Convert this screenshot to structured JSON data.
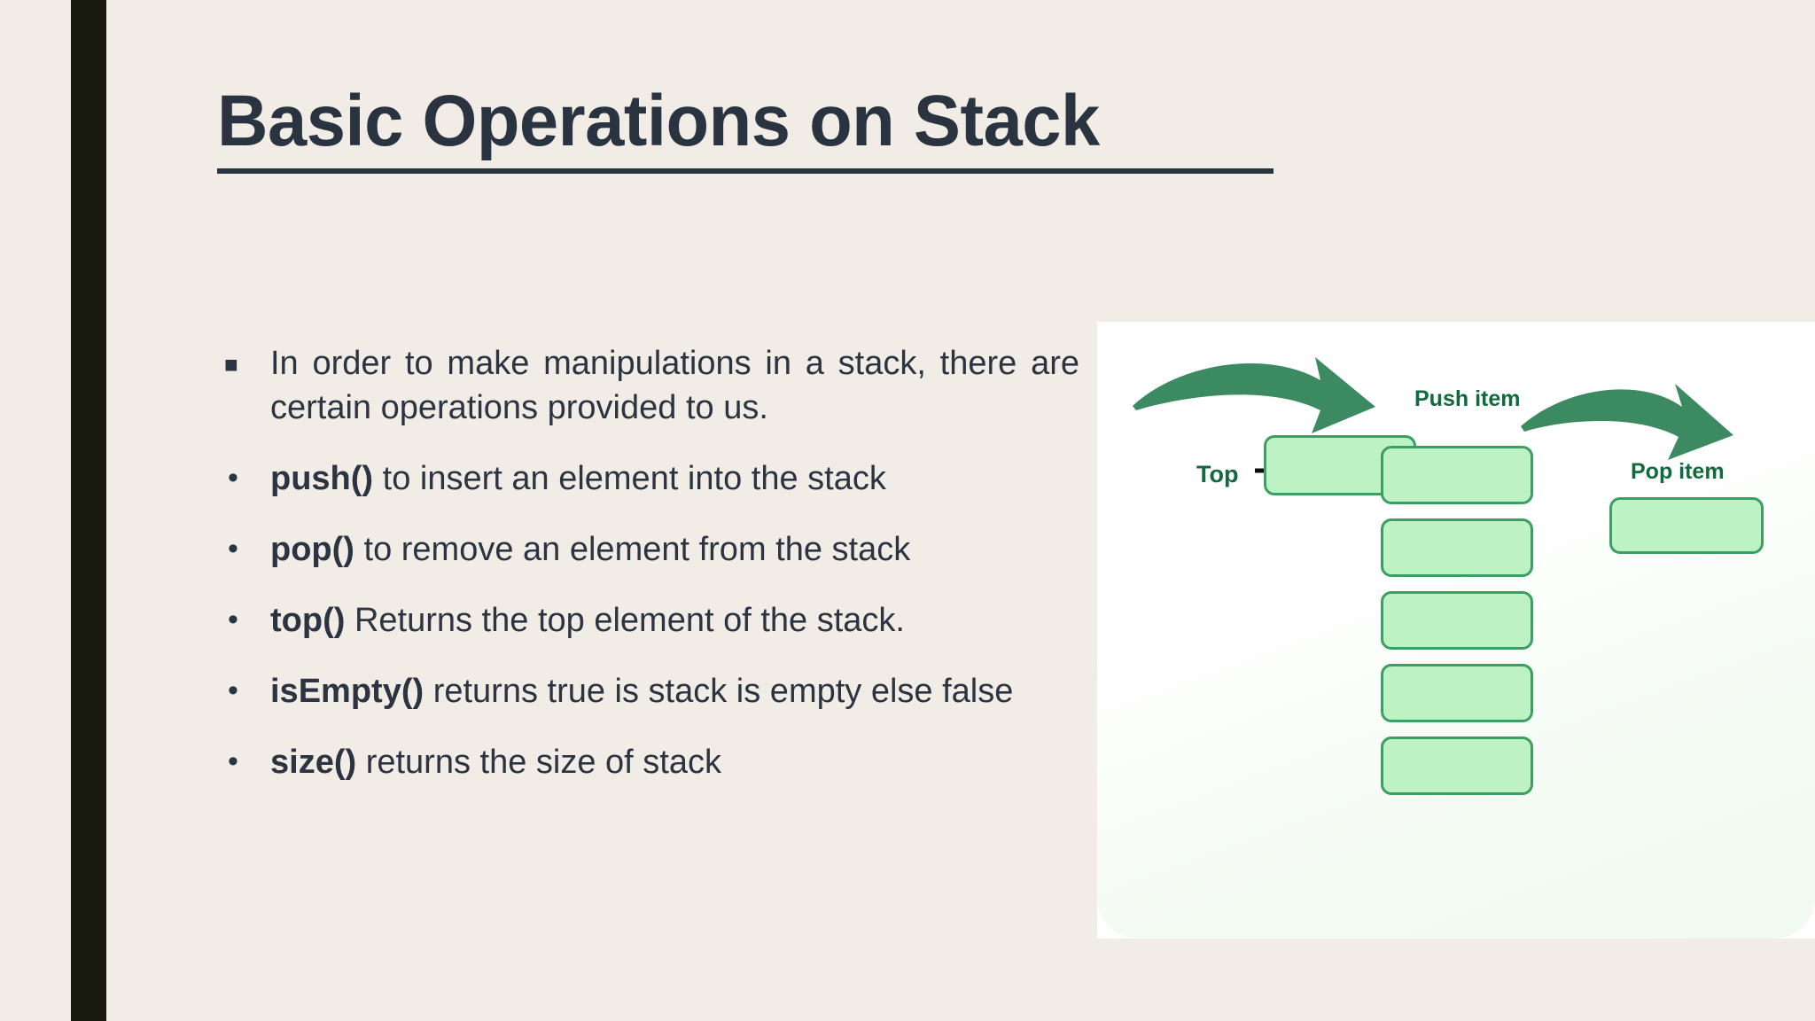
{
  "slide": {
    "title": "Basic Operations on Stack",
    "background_color": "#f1ede6",
    "accent_stripe_color": "#191a0e",
    "title_color": "#293440",
    "body_color": "#2b3440"
  },
  "bullets": [
    {
      "marker": "■",
      "marker_type": "square",
      "lead": "",
      "text": "In order to make manipulations in a stack, there are certain operations provided to us."
    },
    {
      "marker": "•",
      "marker_type": "dot",
      "lead": "push()",
      "text": " to insert an element into the stack"
    },
    {
      "marker": "•",
      "marker_type": "dot",
      "lead": "pop()",
      "text": " to remove an element from the stack"
    },
    {
      "marker": "•",
      "marker_type": "dot",
      "lead": "top()",
      "text": " Returns the top element of the stack."
    },
    {
      "marker": "•",
      "marker_type": "dot",
      "lead": "isEmpty()",
      "text": " returns true is stack is empty else false"
    },
    {
      "marker": "•",
      "marker_type": "dot",
      "lead": "size()",
      "text": " returns the size of stack"
    }
  ],
  "diagram": {
    "labels": {
      "push_item": "Push item",
      "pop_item": "Pop item",
      "top": "Top"
    },
    "colors": {
      "box_fill": "#bdf2c4",
      "box_border": "#3d9e64",
      "arrow_green": "#3c8a62",
      "label_green": "#0f6b3d",
      "panel_bg": "#f1faf0"
    },
    "stack_box_count": 5,
    "push_box_count": 1,
    "pop_box_count": 1
  }
}
